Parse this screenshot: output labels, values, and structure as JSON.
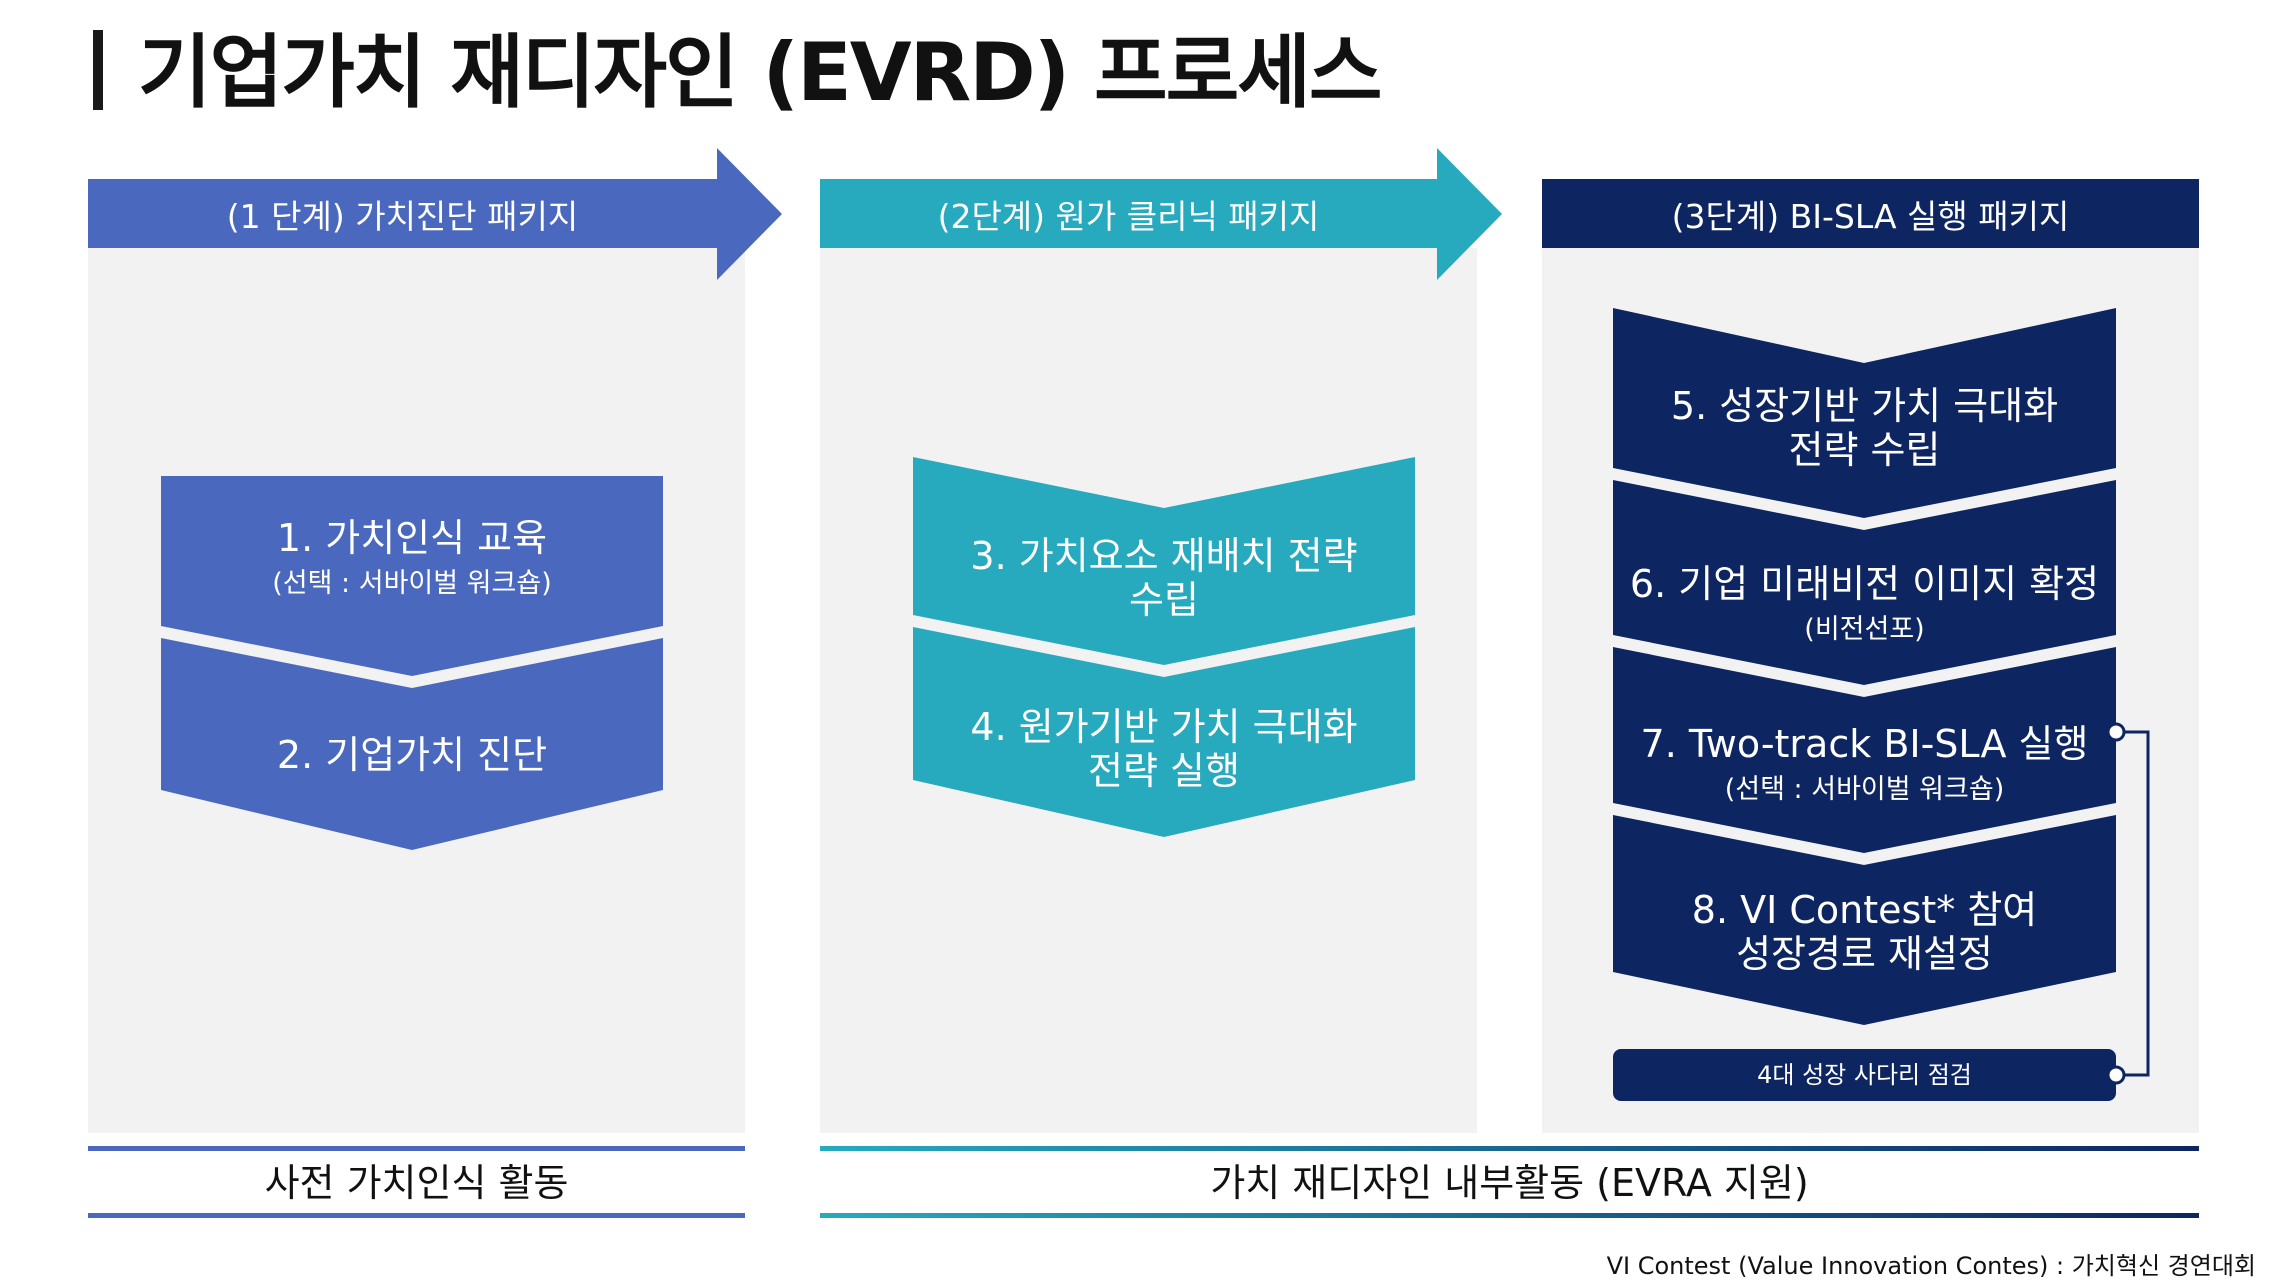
{
  "title": "기업가치 재디자인 (EVRD) 프로세스",
  "colors": {
    "stage1": "#4a68be",
    "stage2": "#27aabd",
    "stage3": "#0d2560",
    "panel": "#f2f2f2"
  },
  "stages": [
    {
      "header": "(1 단계) 가치진단 패키지",
      "steps": [
        {
          "label": "1. 가치인식 교육",
          "sub": "(선택 :  서바이벌 워크숍)"
        },
        {
          "label": "2. 기업가치 진단",
          "sub": ""
        }
      ]
    },
    {
      "header": "(2단계) 원가 클리닉 패키지",
      "steps": [
        {
          "label": "3. 가치요소 재배치 전략",
          "label2": "수립"
        },
        {
          "label": "4. 원가기반 가치 극대화",
          "label2": "전략 실행"
        }
      ]
    },
    {
      "header": "(3단계) BI-SLA 실행 패키지",
      "steps": [
        {
          "label": "5. 성장기반 가치 극대화",
          "label2": "전략 수립"
        },
        {
          "label": "6. 기업 미래비전 이미지 확정",
          "sub": "(비전선포)"
        },
        {
          "label": "7. Two-track BI-SLA 실행",
          "sub": "(선택 : 서바이벌 워크숍)"
        },
        {
          "label": "8. VI Contest* 참여",
          "label2": "성장경로 재설정"
        }
      ],
      "ladder": "4대 성장 사다리 점검"
    }
  ],
  "bottom": {
    "left": "사전 가치인식 활동",
    "right": "가치 재디자인 내부활동 (EVRA 지원)"
  },
  "footnote": "VI Contest (Value Innovation Contes) : 가치혁신 경연대회"
}
